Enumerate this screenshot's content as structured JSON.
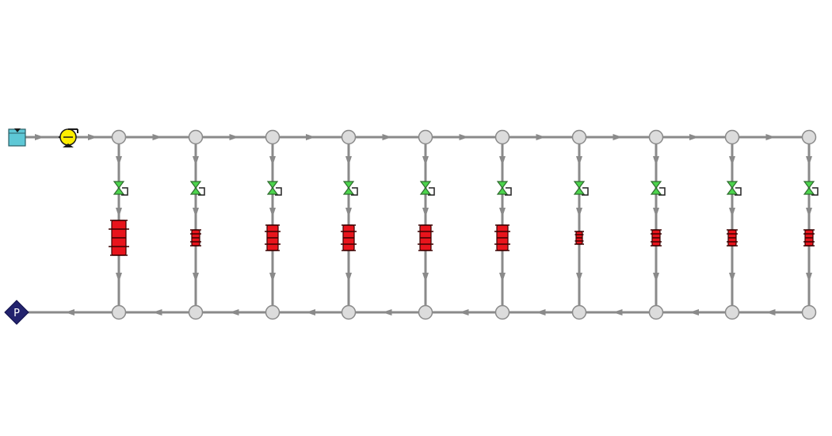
{
  "colors": {
    "pipe": "#8a8a8a",
    "junction_fill": "#dcdcdc",
    "tank": "#5ec8d6",
    "pump": "#ffee00",
    "valve": "#4cd44c",
    "heat_exchanger": "#e8141c",
    "pressure_boundary": "#23236e"
  },
  "components": {
    "tank": {
      "icon": "tank-icon"
    },
    "pump": {
      "icon": "pump-icon"
    },
    "pressure_boundary": {
      "icon": "pressure-boundary-icon",
      "label": "P"
    }
  },
  "branches": [
    {
      "valve_icon": "control-valve-icon",
      "heat_exchanger_icon": "heat-exchanger-icon",
      "heat_exchanger_size": "large"
    },
    {
      "valve_icon": "control-valve-icon",
      "heat_exchanger_icon": "heat-exchanger-icon",
      "heat_exchanger_size": "small"
    },
    {
      "valve_icon": "control-valve-icon",
      "heat_exchanger_icon": "heat-exchanger-icon",
      "heat_exchanger_size": "medium"
    },
    {
      "valve_icon": "control-valve-icon",
      "heat_exchanger_icon": "heat-exchanger-icon",
      "heat_exchanger_size": "medium"
    },
    {
      "valve_icon": "control-valve-icon",
      "heat_exchanger_icon": "heat-exchanger-icon",
      "heat_exchanger_size": "medium"
    },
    {
      "valve_icon": "control-valve-icon",
      "heat_exchanger_icon": "heat-exchanger-icon",
      "heat_exchanger_size": "medium"
    },
    {
      "valve_icon": "control-valve-icon",
      "heat_exchanger_icon": "heat-exchanger-icon",
      "heat_exchanger_size": "tiny"
    },
    {
      "valve_icon": "control-valve-icon",
      "heat_exchanger_icon": "heat-exchanger-icon",
      "heat_exchanger_size": "small"
    },
    {
      "valve_icon": "control-valve-icon",
      "heat_exchanger_icon": "heat-exchanger-icon",
      "heat_exchanger_size": "small"
    },
    {
      "valve_icon": "control-valve-icon",
      "heat_exchanger_icon": "heat-exchanger-icon",
      "heat_exchanger_size": "small"
    }
  ]
}
